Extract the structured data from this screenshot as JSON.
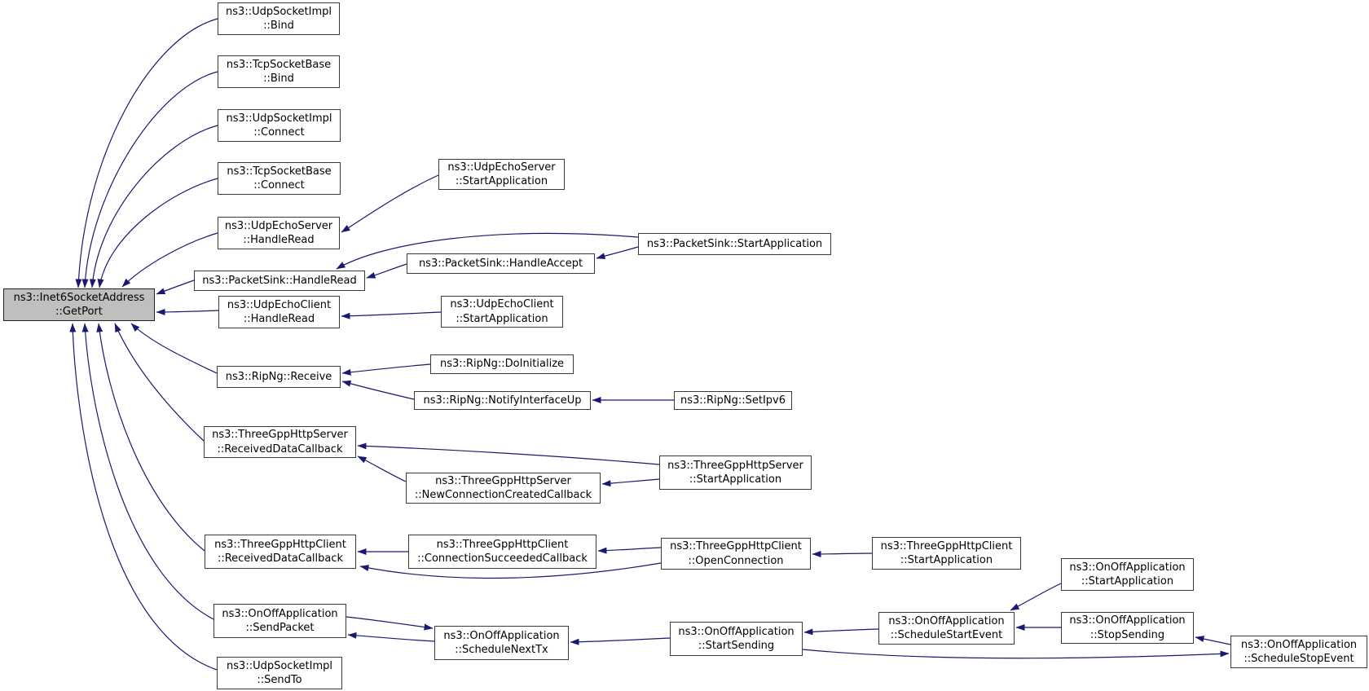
{
  "diagram": {
    "type": "caller-graph",
    "root_function": "ns3::Inet6SocketAddress::GetPort",
    "colors": {
      "edge": "#191970",
      "node_border": "#3a3a3a",
      "node_fill": "#ffffff",
      "root_fill": "#bfbfbf",
      "text": "#000000",
      "background": "#ffffff"
    },
    "nodes": [
      {
        "id": "getport",
        "label": "ns3::Inet6SocketAddress\n::GetPort",
        "highlighted": true
      },
      {
        "id": "udp_bind",
        "label": "ns3::UdpSocketImpl\n::Bind"
      },
      {
        "id": "tcp_bind",
        "label": "ns3::TcpSocketBase\n::Bind"
      },
      {
        "id": "udp_connect",
        "label": "ns3::UdpSocketImpl\n::Connect"
      },
      {
        "id": "tcp_connect",
        "label": "ns3::TcpSocketBase\n::Connect"
      },
      {
        "id": "ues_handleread",
        "label": "ns3::UdpEchoServer\n::HandleRead"
      },
      {
        "id": "ps_handleread",
        "label": "ns3::PacketSink::HandleRead"
      },
      {
        "id": "uec_handleread",
        "label": "ns3::UdpEchoClient\n::HandleRead"
      },
      {
        "id": "ripng_receive",
        "label": "ns3::RipNg::Receive"
      },
      {
        "id": "tgs_rdc",
        "label": "ns3::ThreeGppHttpServer\n::ReceivedDataCallback"
      },
      {
        "id": "tgc_rdc",
        "label": "ns3::ThreeGppHttpClient\n::ReceivedDataCallback"
      },
      {
        "id": "onoff_sendpacket",
        "label": "ns3::OnOffApplication\n::SendPacket"
      },
      {
        "id": "udp_sendto",
        "label": "ns3::UdpSocketImpl\n::SendTo"
      },
      {
        "id": "ues_startapp",
        "label": "ns3::UdpEchoServer\n::StartApplication"
      },
      {
        "id": "ps_handleaccept",
        "label": "ns3::PacketSink::HandleAccept"
      },
      {
        "id": "uec_startapp",
        "label": "ns3::UdpEchoClient\n::StartApplication"
      },
      {
        "id": "ripng_doinit",
        "label": "ns3::RipNg::DoInitialize"
      },
      {
        "id": "ripng_notify",
        "label": "ns3::RipNg::NotifyInterfaceUp"
      },
      {
        "id": "tgs_ncc",
        "label": "ns3::ThreeGppHttpServer\n::NewConnectionCreatedCallback"
      },
      {
        "id": "tgc_csc",
        "label": "ns3::ThreeGppHttpClient\n::ConnectionSucceededCallback"
      },
      {
        "id": "onoff_schedulenexttx",
        "label": "ns3::OnOffApplication\n::ScheduleNextTx"
      },
      {
        "id": "ps_startapp",
        "label": "ns3::PacketSink::StartApplication"
      },
      {
        "id": "tgs_startapp",
        "label": "ns3::ThreeGppHttpServer\n::StartApplication"
      },
      {
        "id": "ripng_setipv6",
        "label": "ns3::RipNg::SetIpv6"
      },
      {
        "id": "tgc_openconn",
        "label": "ns3::ThreeGppHttpClient\n::OpenConnection"
      },
      {
        "id": "onoff_startsending",
        "label": "ns3::OnOffApplication\n::StartSending"
      },
      {
        "id": "tgc_startapp",
        "label": "ns3::ThreeGppHttpClient\n::StartApplication"
      },
      {
        "id": "onoff_schedulestartevent",
        "label": "ns3::OnOffApplication\n::ScheduleStartEvent"
      },
      {
        "id": "onoff_startapp",
        "label": "ns3::OnOffApplication\n::StartApplication"
      },
      {
        "id": "onoff_stopsending",
        "label": "ns3::OnOffApplication\n::StopSending"
      },
      {
        "id": "onoff_schedulestopevent",
        "label": "ns3::OnOffApplication\n::ScheduleStopEvent"
      }
    ],
    "edges": [
      {
        "from": "udp_bind",
        "to": "getport"
      },
      {
        "from": "tcp_bind",
        "to": "getport"
      },
      {
        "from": "udp_connect",
        "to": "getport"
      },
      {
        "from": "tcp_connect",
        "to": "getport"
      },
      {
        "from": "ues_handleread",
        "to": "getport"
      },
      {
        "from": "ps_handleread",
        "to": "getport"
      },
      {
        "from": "uec_handleread",
        "to": "getport"
      },
      {
        "from": "ripng_receive",
        "to": "getport"
      },
      {
        "from": "tgs_rdc",
        "to": "getport"
      },
      {
        "from": "tgc_rdc",
        "to": "getport"
      },
      {
        "from": "onoff_sendpacket",
        "to": "getport"
      },
      {
        "from": "udp_sendto",
        "to": "getport"
      },
      {
        "from": "ues_startapp",
        "to": "ues_handleread"
      },
      {
        "from": "ps_startapp",
        "to": "ps_handleread"
      },
      {
        "from": "ps_handleaccept",
        "to": "ps_handleread"
      },
      {
        "from": "ps_startapp",
        "to": "ps_handleaccept"
      },
      {
        "from": "uec_startapp",
        "to": "uec_handleread"
      },
      {
        "from": "ripng_doinit",
        "to": "ripng_receive"
      },
      {
        "from": "ripng_notify",
        "to": "ripng_receive"
      },
      {
        "from": "ripng_setipv6",
        "to": "ripng_notify"
      },
      {
        "from": "tgs_startapp",
        "to": "tgs_rdc"
      },
      {
        "from": "tgs_ncc",
        "to": "tgs_rdc"
      },
      {
        "from": "tgs_startapp",
        "to": "tgs_ncc"
      },
      {
        "from": "tgc_csc",
        "to": "tgc_rdc"
      },
      {
        "from": "tgc_openconn",
        "to": "tgc_rdc"
      },
      {
        "from": "tgc_openconn",
        "to": "tgc_csc"
      },
      {
        "from": "tgc_startapp",
        "to": "tgc_openconn"
      },
      {
        "from": "onoff_schedulenexttx",
        "to": "onoff_sendpacket"
      },
      {
        "from": "onoff_sendpacket",
        "to": "onoff_schedulenexttx"
      },
      {
        "from": "onoff_startsending",
        "to": "onoff_schedulenexttx"
      },
      {
        "from": "onoff_schedulestartevent",
        "to": "onoff_startsending"
      },
      {
        "from": "onoff_startapp",
        "to": "onoff_schedulestartevent"
      },
      {
        "from": "onoff_stopsending",
        "to": "onoff_schedulestartevent"
      },
      {
        "from": "onoff_schedulestopevent",
        "to": "onoff_stopsending"
      },
      {
        "from": "onoff_startsending",
        "to": "onoff_schedulestopevent"
      }
    ]
  }
}
